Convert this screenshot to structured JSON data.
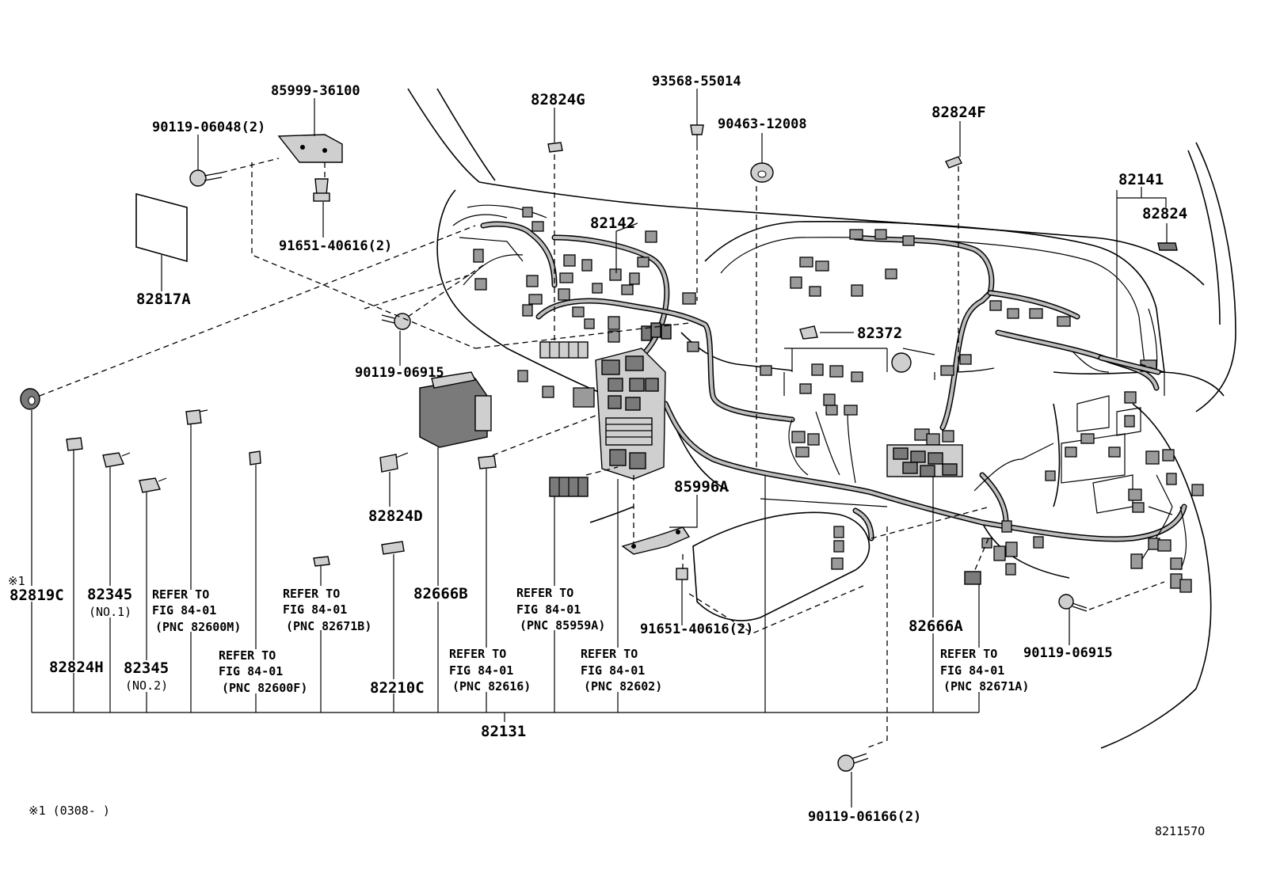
{
  "diagram": {
    "figure_code": "821157O",
    "footnote": "※1 (0308-      )",
    "mark": "※1",
    "parts": {
      "p85999_36100": "85999-36100",
      "p90119_06048": "90119-06048(2)",
      "p91651_40616_top": "91651-40616(2)",
      "p82817A": "82817A",
      "p82824G": "82824G",
      "p93568_55014": "93568-55014",
      "p90463_12008": "90463-12008",
      "p82824F": "82824F",
      "p82141": "82141",
      "p82824": "82824",
      "p82142": "82142",
      "p82372": "82372",
      "p90119_06915_left": "90119-06915",
      "p82824D": "82824D",
      "p85996A": "85996A",
      "p91651_40616_bottom": "91651-40616(2)",
      "p82819C": "82819C",
      "p82345_no1": "82345",
      "p82345_no1_note": "(NO.1)",
      "p82345_no2": "82345",
      "p82345_no2_note": "(NO.2)",
      "p82824H": "82824H",
      "p82666B": "82666B",
      "p82210C": "82210C",
      "p82666A": "82666A",
      "p90119_06915_right": "90119-06915",
      "p82131": "82131",
      "p90119_06166": "90119-06166(2)"
    },
    "refer_blocks": [
      {
        "l1": "REFER TO",
        "l2": "FIG 84-01",
        "l3": "(PNC 82600M)"
      },
      {
        "l1": "REFER TO",
        "l2": "FIG 84-01",
        "l3": "(PNC 82671B)"
      },
      {
        "l1": "REFER TO",
        "l2": "FIG 84-01",
        "l3": "(PNC 82600F)"
      },
      {
        "l1": "REFER TO",
        "l2": "FIG 84-01",
        "l3": "(PNC 85959A)"
      },
      {
        "l1": "REFER TO",
        "l2": "FIG 84-01",
        "l3": "(PNC 82616)"
      },
      {
        "l1": "REFER TO",
        "l2": "FIG 84-01",
        "l3": "(PNC 82602)"
      },
      {
        "l1": "REFER TO",
        "l2": "FIG 84-01",
        "l3": "(PNC 82671A)"
      }
    ]
  }
}
